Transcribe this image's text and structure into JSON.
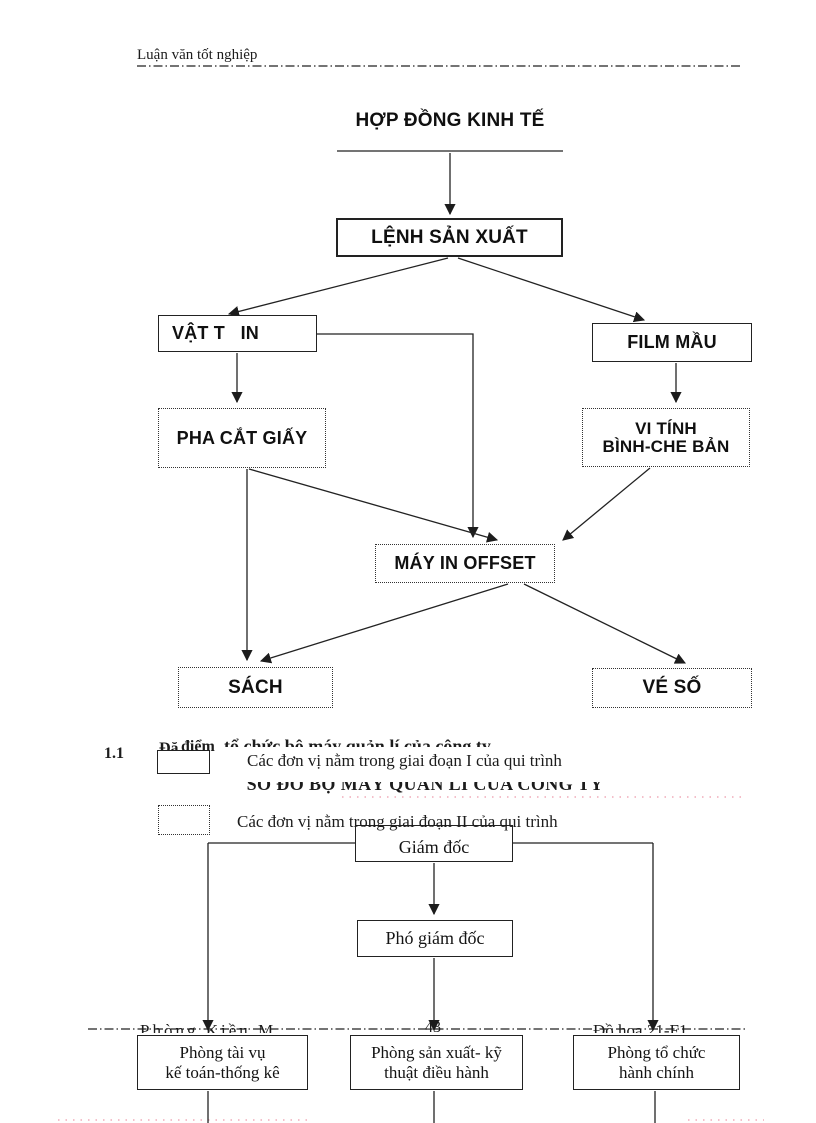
{
  "page": {
    "header": "Luận văn tốt nghiệp",
    "page_number": "43",
    "footer_fragment_left": "Phòng Kiều M",
    "footer_fragment_right": "Đồ họa 21-F1"
  },
  "flowchart": {
    "title": "HỢP ĐỒNG KINH TẾ",
    "lenh_san_xuat": "LỆNH SẢN XUẤT",
    "vat_tu_in": "VẬT T   IN",
    "film_mau": "FILM MẦU",
    "pha_cat_giay": "PHA CẮT GIẤY",
    "vi_tinh_line1": "VI TÍNH",
    "vi_tinh_line2": "BÌNH-CHE BẢN",
    "may_in_offset": "MÁY IN OFFSET",
    "sach": "SÁCH",
    "ve_so": "VÉ SỐ"
  },
  "section": {
    "number": "1.1",
    "heading_fragment_left": "Đặ",
    "heading_fragment_mid": "điểm",
    "heading_fragment_right": "tổ chức bộ máy quản lí của công ty"
  },
  "legend": {
    "phase1": "Các đơn vị nằm trong giai đoạn I của qui trình",
    "phase2": "Các đơn vị nằm trong giai đoạn II của qui trình"
  },
  "org_chart": {
    "title": "SƠ ĐỒ BỘ MÁY QUẢN LÍ CỦA CÔNG TY",
    "director": "Giám đốc",
    "deputy": "Phó giám đốc",
    "dept1_line1": "Phòng tài vụ",
    "dept1_line2": "kế toán-thống kê",
    "dept2_line1": "Phòng sản xuất- kỹ",
    "dept2_line2": "thuật điều hành",
    "dept3_line1": "Phòng tổ chức",
    "dept3_line2": "hành chính"
  },
  "colors": {
    "ink": "#1c1c1c",
    "pink_artifact": "#f0aab8"
  }
}
